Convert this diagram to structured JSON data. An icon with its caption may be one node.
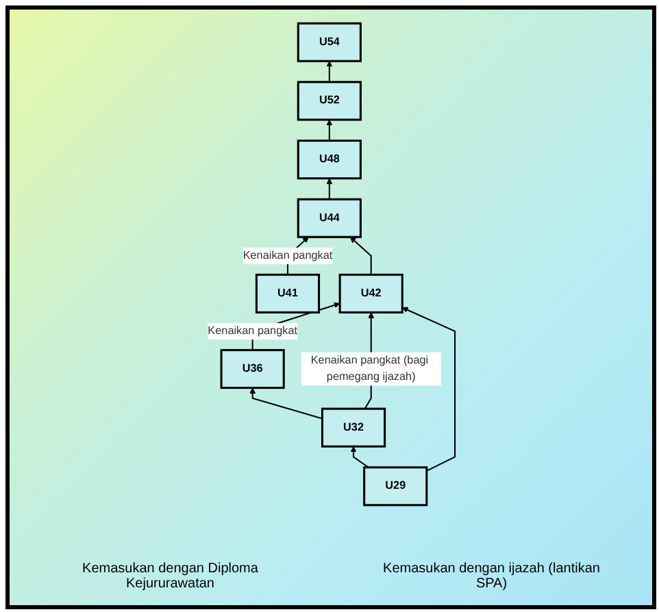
{
  "diagram": {
    "nodes": [
      {
        "text": [
          "U54"
        ]
      },
      {
        "text": [
          "U52"
        ]
      },
      {
        "text": [
          "U48"
        ]
      },
      {
        "text": [
          "U36"
        ]
      },
      {
        "text": [
          "U44"
        ]
      },
      {
        "text": [
          "U32"
        ]
      },
      {
        "text": [
          "U42"
        ]
      },
      {
        "text": [
          "U29"
        ]
      },
      {
        "text": [
          "U41"
        ]
      }
    ],
    "edges": [
      {
        "from": 7,
        "to": 5,
        "arrow": "to"
      },
      {
        "from": 5,
        "to": 3,
        "arrow": "to"
      },
      {
        "from": 3,
        "to": 6,
        "arrow": "to",
        "label": "Kenaikan pangkat"
      },
      {
        "from": 5,
        "to": 6,
        "arrow": "to",
        "label": "Kenaikan pangkat (bagi pemegang ijazah)"
      },
      {
        "from": 7,
        "to": 6,
        "arrow": "to"
      },
      {
        "from": 8,
        "to": 4,
        "arrow": "to",
        "label": "Kenaikan pangkat"
      },
      {
        "from": 6,
        "to": 4,
        "arrow": "to"
      },
      {
        "from": 4,
        "to": 2,
        "arrow": "to"
      },
      {
        "from": 2,
        "to": 1,
        "arrow": "to"
      },
      {
        "from": 1,
        "to": 0,
        "arrow": "to"
      }
    ],
    "labels": [
      "Kemasukan dengan Diploma Kejururawatan",
      "Kemasukan dengan ijazah (lantikan SPA)"
    ]
  }
}
